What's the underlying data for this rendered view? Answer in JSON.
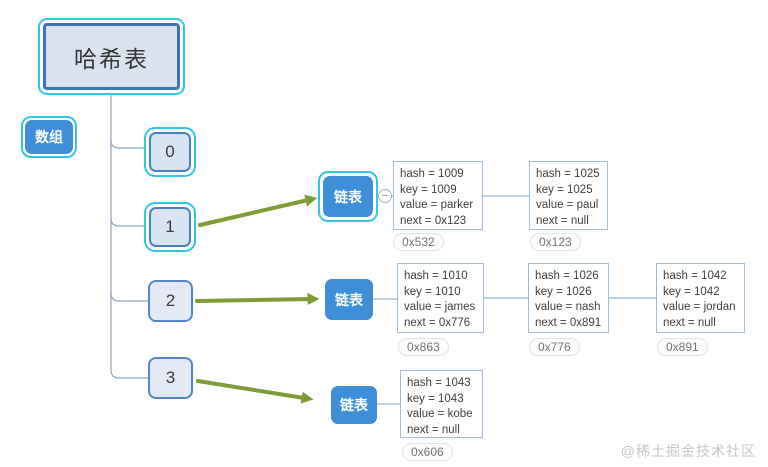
{
  "root_label": "哈希表",
  "array_label": "数组",
  "buckets": [
    "0",
    "1",
    "2",
    "3"
  ],
  "toggle_glyph": "−",
  "rows": [
    {
      "list_label": "链表",
      "nodes": [
        {
          "lines": [
            "hash = 1009",
            "key = 1009",
            "value = parker",
            "next = 0x123"
          ],
          "address": "0x532"
        },
        {
          "lines": [
            "hash = 1025",
            "key = 1025",
            "value = paul",
            "next = null"
          ],
          "address": "0x123"
        }
      ]
    },
    {
      "list_label": "链表",
      "nodes": [
        {
          "lines": [
            "hash = 1010",
            "key = 1010",
            "value = james",
            "next = 0x776"
          ],
          "address": "0x863"
        },
        {
          "lines": [
            "hash = 1026",
            "key = 1026",
            "value = nash",
            "next = 0x891"
          ],
          "address": "0x776"
        },
        {
          "lines": [
            "hash = 1042",
            "key = 1042",
            "value = jordan",
            "next = null"
          ],
          "address": "0x891"
        }
      ]
    },
    {
      "list_label": "链表",
      "nodes": [
        {
          "lines": [
            "hash = 1043",
            "key = 1043",
            "value = kobe",
            "next = null"
          ],
          "address": "0x606"
        }
      ]
    }
  ],
  "watermark": "@稀土掘金技术社区",
  "colors": {
    "selection_cyan": "#33c5e8",
    "topic_blue": "#3e8ed8",
    "topic_border_blue": "#4a80c0",
    "arrow_green": "#7e9c35",
    "node_border": "#9dbfdb",
    "tree_line": "#90a4b8"
  }
}
